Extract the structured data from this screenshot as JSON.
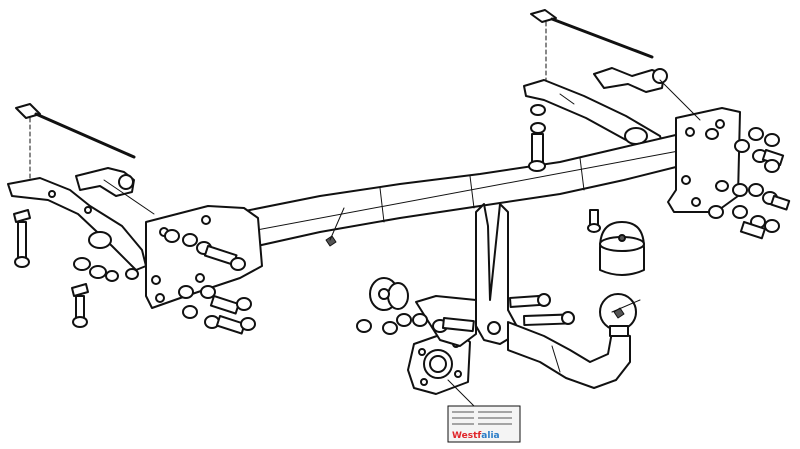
{
  "figure": {
    "components": [
      "main-crossbar",
      "left-mounting-bracket",
      "right-mounting-bracket",
      "left-side-plate",
      "right-side-plate",
      "left-clamp-plate",
      "right-clamp-plate",
      "left-tie-rod",
      "right-tie-rod",
      "center-tow-bracket",
      "tow-ball-neck",
      "tow-ball",
      "ball-cover-cap",
      "electric-socket-plate",
      "rubber-bushing",
      "bolts",
      "nuts",
      "washers",
      "identification-plate"
    ],
    "id_plate": {
      "brand_red": "Westf",
      "brand_blue": "alia",
      "brand_colors": {
        "red": "#e0262b",
        "blue": "#2a7cc7"
      }
    },
    "colors": {
      "line": "#111111",
      "fill": "#ffffff"
    }
  }
}
